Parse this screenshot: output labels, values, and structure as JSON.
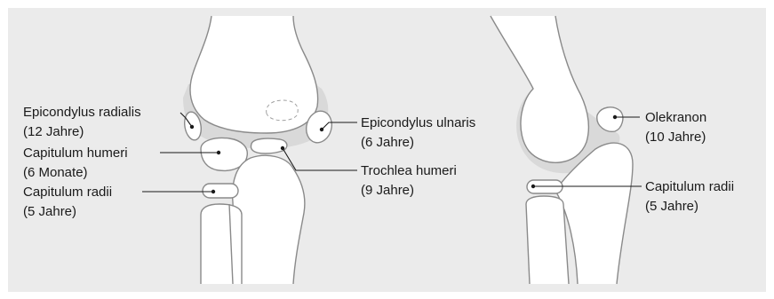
{
  "colors": {
    "panel_background": "#ebebeb",
    "bone_fill": "#ffffff",
    "bone_outline": "#8a8a8a",
    "cartilage": "#d9d9d9",
    "text": "#1a1a1a"
  },
  "front_view": {
    "labels": {
      "epicondylus_radialis": {
        "name": "Epicondylus radialis",
        "age": "(12 Jahre)"
      },
      "capitulum_humeri": {
        "name": "Capitulum humeri",
        "age": "(6 Monate)"
      },
      "capitulum_radii": {
        "name": "Capitulum radii",
        "age": "(5 Jahre)"
      },
      "epicondylus_ulnaris": {
        "name": "Epicondylus ulnaris",
        "age": "(6 Jahre)"
      },
      "trochlea_humeri": {
        "name": "Trochlea humeri",
        "age": "(9 Jahre)"
      }
    }
  },
  "side_view": {
    "labels": {
      "olekranon": {
        "name": "Olekranon",
        "age": "(10 Jahre)"
      },
      "capitulum_radii": {
        "name": "Capitulum radii",
        "age": "(5 Jahre)"
      }
    }
  }
}
